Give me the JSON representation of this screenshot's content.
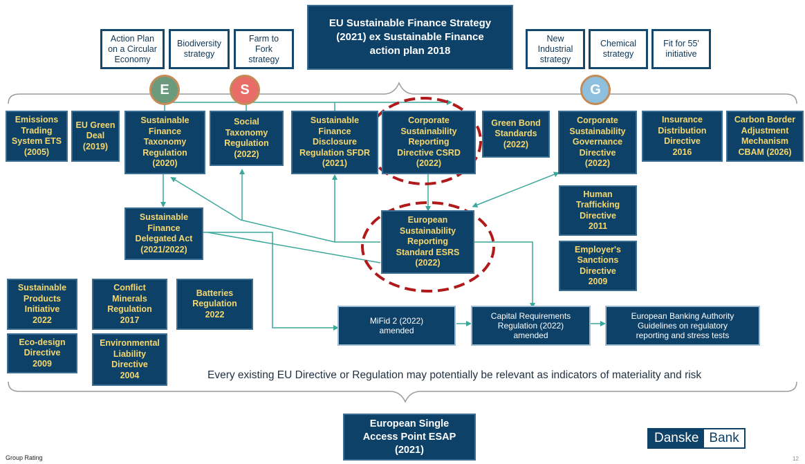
{
  "header": {
    "strategy": "EU Sustainable Finance Strategy\n(2021) ex Sustainable Finance\naction plan 2018"
  },
  "top_boxes": {
    "circular": "Action Plan\non a Circular\nEconomy",
    "biodiversity": "Biodiversity\nstrategy",
    "farm": "Farm to\nFork\nstrategy",
    "industrial": "New\nIndustrial\nstrategy",
    "chemical": "Chemical\nstrategy",
    "fit55": "Fit for 55'\ninitiative"
  },
  "circles": {
    "e": "E",
    "s": "S",
    "g": "G"
  },
  "row1": {
    "ets": "Emissions\nTrading\nSystem ETS\n(2005)",
    "green_deal": "EU Green\nDeal\n(2019)",
    "taxonomy": "Sustainable\nFinance\nTaxonomy\nRegulation\n(2020)",
    "social": "Social\nTaxonomy\nRegulation\n(2022)",
    "sfdr": "Sustainable\nFinance\nDisclosure\nRegulation SFDR\n(2021)",
    "csrd": "Corporate\nSustainability\nReporting\nDirective CSRD\n(2022)",
    "green_bond": "Green Bond\nStandards\n(2022)",
    "csgd": "Corporate\nSustainability\nGovernance\nDirective\n(2022)",
    "idd": "Insurance\nDistribution\nDirective\n2016",
    "cbam": "Carbon Border\nAdjustment\nMechanism\nCBAM (2026)"
  },
  "middle": {
    "delegated": "Sustainable\nFinance\nDelegated Act\n(2021/2022)",
    "esrs": "European\nSustainability\nReporting\nStandard ESRS\n(2022)",
    "trafficking": "Human\nTrafficking\nDirective\n2011",
    "sanctions": "Employer's\nSanctions\nDirective\n2009"
  },
  "lower": {
    "spi": "Sustainable\nProducts\nInitiative\n2022",
    "conflict": "Conflict\nMinerals\nRegulation\n2017",
    "batteries": "Batteries\nRegulation\n2022",
    "ecodesign": "Eco-design\nDirective\n2009",
    "eld": "Environmental\nLiability\nDirective\n2004"
  },
  "flow": {
    "mifid": "MiFid 2 (2022)\namended",
    "crr": "Capital Requirements\nRegulation (2022)\namended",
    "eba": "European Banking Authority\nGuidelines on regulatory\nreporting and stress tests"
  },
  "footnote": "Every existing EU Directive or Regulation may potentially be relevant as indicators of materiality and risk",
  "esap": "European Single\nAccess Point ESAP\n(2021)",
  "logo": {
    "left": "Danske",
    "right": "Bank"
  },
  "footer_left": "Group Rating",
  "page_number": "12",
  "colors": {
    "box_fill": "#0e4167",
    "box_text": "#f5d76e",
    "connector": "#3aa79a",
    "highlight": "#b01a1a",
    "circle_e": "#6b9a7c",
    "circle_s": "#e86c67",
    "circle_g": "#8cc0de"
  }
}
